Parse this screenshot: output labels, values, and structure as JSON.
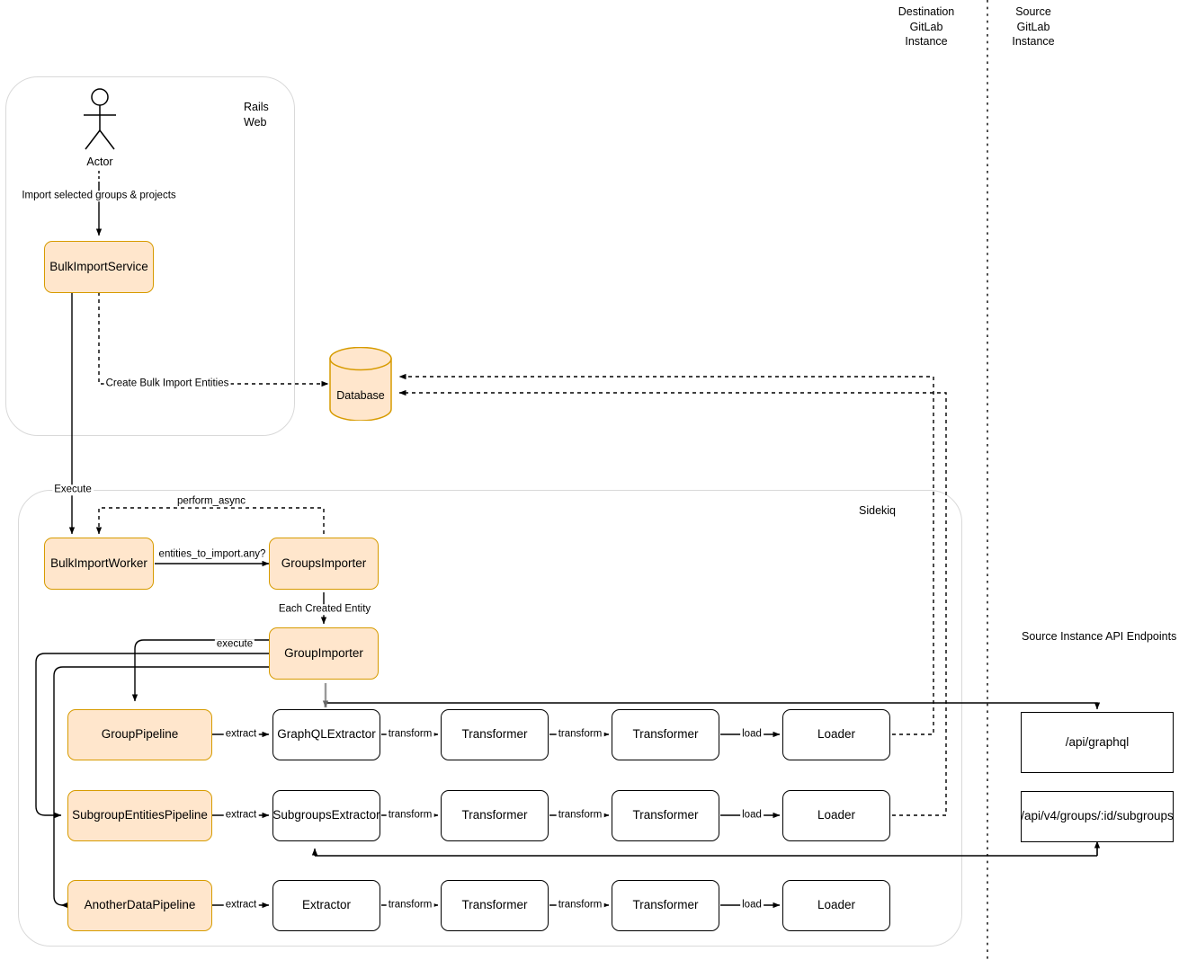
{
  "diagram": {
    "title_labels": {
      "destination": "Destination\nGitLab\nInstance",
      "source": "Source\nGitLab\nInstance",
      "source_api": "Source Instance API Endpoints"
    },
    "containers": [
      {
        "name": "rails-web",
        "label": "Rails\nWeb"
      },
      {
        "name": "sidekiq",
        "label": "Sidekiq"
      }
    ],
    "actor": {
      "label": "Actor"
    },
    "datastore": {
      "label": "Database"
    },
    "nodes": {
      "bulk_import_service": "BulkImportService",
      "bulk_import_worker": "BulkImportWorker",
      "groups_importer": "GroupsImporter",
      "group_importer": "GroupImporter",
      "group_pipeline": "GroupPipeline",
      "subgroup_entities_pipeline": "SubgroupEntitiesPipeline",
      "another_data_pipeline": "AnotherDataPipeline",
      "graphql_extractor": "GraphQLExtractor",
      "subgroups_extractor": "SubgroupsExtractor",
      "extractor": "Extractor",
      "transformer": "Transformer",
      "loader": "Loader"
    },
    "api_endpoints": [
      "/api/graphql",
      "/api/v4/groups/:id/subgroups"
    ],
    "edge_labels": {
      "import_selected": "Import selected groups & projects",
      "create_bulk_import_entities": "Create Bulk Import Entities",
      "execute_top": "Execute",
      "perform_async": "perform_async",
      "entities_to_import": "entities_to_import.any?",
      "each_created_entity": "Each Created Entity",
      "execute": "execute",
      "extract": "extract",
      "transform": "transform",
      "load": "load"
    },
    "colors": {
      "node_fill": "#ffe6cc",
      "node_stroke": "#d79b00",
      "plain_stroke": "#000000",
      "container_stroke": "#d9d9d9",
      "divider_stroke": "#000000"
    }
  }
}
